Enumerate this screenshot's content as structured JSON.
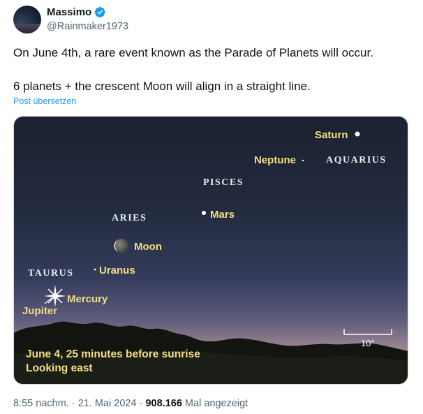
{
  "author": {
    "name": "Massimo",
    "handle": "@Rainmaker1973",
    "verified_color": "#1d9bf0"
  },
  "tweet": {
    "line1": "On June 4th, a rare event known as the Parade of Planets will occur.",
    "line2": "6 planets + the crescent Moon will align in a straight line.",
    "translate_label": "Post übersetzen"
  },
  "image": {
    "planets": {
      "saturn": "Saturn",
      "neptune": "Neptune",
      "mars": "Mars",
      "moon": "Moon",
      "uranus": "Uranus",
      "mercury": "Mercury",
      "jupiter": "Jupiter"
    },
    "constellations": {
      "aquarius": "AQUARIUS",
      "pisces": "PISCES",
      "aries": "ARIES",
      "taurus": "TAURUS"
    },
    "scale_label": "10°",
    "caption_line1": "June 4, 25 minutes before sunrise",
    "caption_line2": "Looking east"
  },
  "meta": {
    "time": "8:55 nachm.",
    "separator": "·",
    "date": "21. Mai 2024",
    "views_count": "908.166",
    "views_label": "Mal angezeigt"
  }
}
